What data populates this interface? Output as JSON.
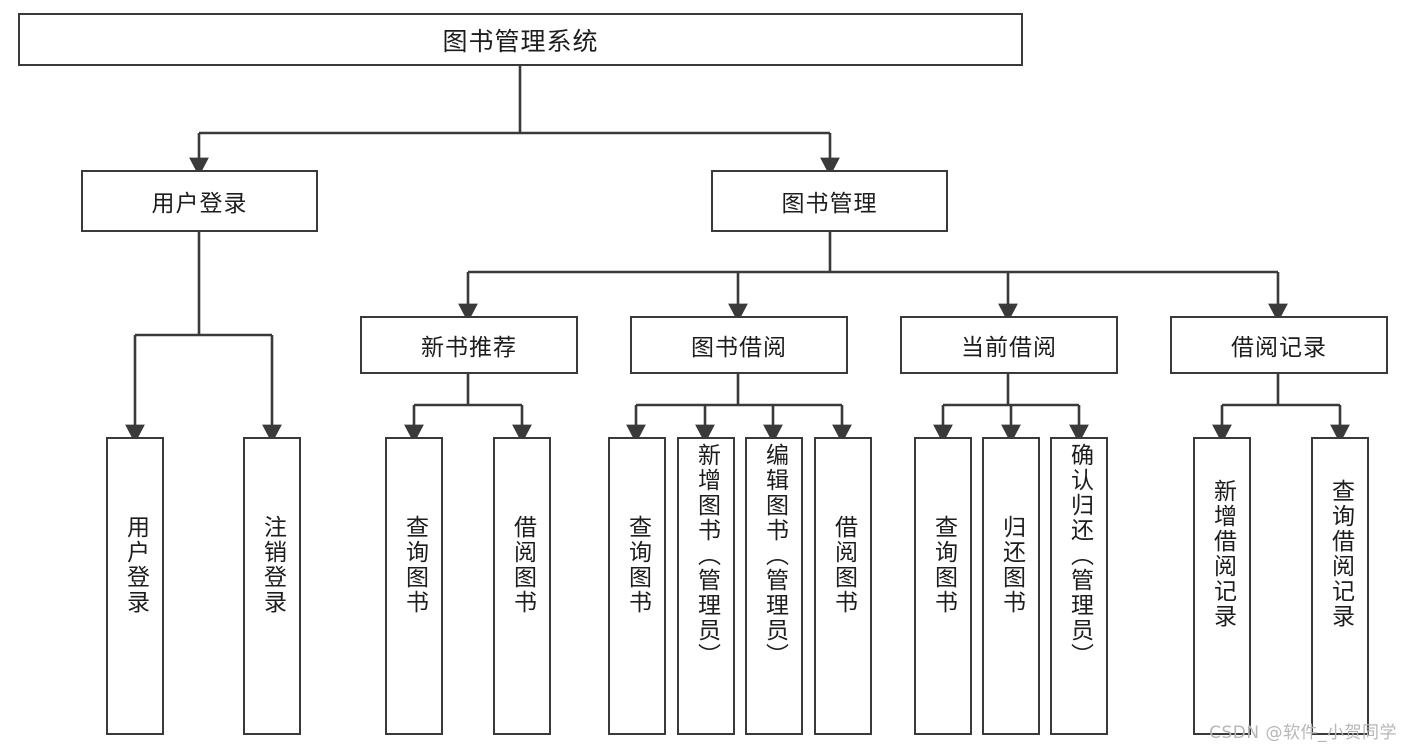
{
  "diagram": {
    "type": "tree-hierarchy-chart",
    "title": "图书管理系统",
    "line_color": "#3a3a3a",
    "box_fill": "#ffffff",
    "text_color": "#1d1d1d",
    "watermark": "CSDN @软件_小贺同学",
    "root": {
      "label": "图书管理系统"
    },
    "level1": [
      {
        "label": "用户登录"
      },
      {
        "label": "图书管理"
      }
    ],
    "level2": [
      {
        "label": "新书推荐"
      },
      {
        "label": "图书借阅"
      },
      {
        "label": "当前借阅"
      },
      {
        "label": "借阅记录"
      }
    ],
    "leaves": {
      "user_login": [
        {
          "label": "用户登录"
        },
        {
          "label": "注销登录"
        }
      ],
      "new_book_recommend": [
        {
          "label": "查询图书"
        },
        {
          "label": "借阅图书"
        }
      ],
      "book_borrow": [
        {
          "label": "查询图书"
        },
        {
          "label": "新增图书（管理员）"
        },
        {
          "label": "编辑图书（管理员）"
        },
        {
          "label": "借阅图书"
        }
      ],
      "current_borrow": [
        {
          "label": "查询图书"
        },
        {
          "label": "归还图书"
        },
        {
          "label": "确认归还（管理员）"
        }
      ],
      "borrow_record": [
        {
          "label": "新增借阅记录"
        },
        {
          "label": "查询借阅记录"
        }
      ]
    }
  }
}
